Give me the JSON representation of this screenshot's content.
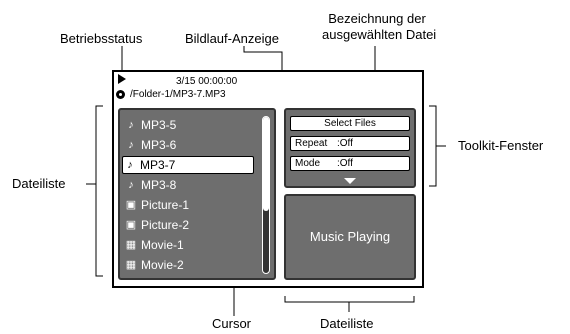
{
  "callouts": {
    "betriebsstatus": "Betriebsstatus",
    "bildlauf": "Bildlauf-Anzeige",
    "bezeichnung_line1": "Bezeichnung der",
    "bezeichnung_line2": "ausgewählten Datei",
    "dateiliste_left": "Dateiliste",
    "toolkit": "Toolkit-Fenster",
    "cursor": "Cursor",
    "dateiliste_bottom": "Dateiliste"
  },
  "status": {
    "counter": "3/15  00:00:00",
    "path": "/Folder-1/MP3-7.MP3",
    "play_icon": "play-icon",
    "disc_icon": "disc-icon"
  },
  "files": [
    {
      "name": "MP3-5",
      "icon": "music-note-icon",
      "glyph": "♪",
      "selected": false
    },
    {
      "name": "MP3-6",
      "icon": "music-note-icon",
      "glyph": "♪",
      "selected": false
    },
    {
      "name": "MP3-7",
      "icon": "music-note-icon",
      "glyph": "♪",
      "selected": true
    },
    {
      "name": "MP3-8",
      "icon": "music-note-icon",
      "glyph": "♪",
      "selected": false
    },
    {
      "name": "Picture-1",
      "icon": "picture-icon",
      "glyph": "▣",
      "selected": false
    },
    {
      "name": "Picture-2",
      "icon": "picture-icon",
      "glyph": "▣",
      "selected": false
    },
    {
      "name": "Movie-1",
      "icon": "movie-icon",
      "glyph": "▦",
      "selected": false
    },
    {
      "name": "Movie-2",
      "icon": "movie-icon",
      "glyph": "▦",
      "selected": false
    }
  ],
  "toolkit": {
    "select_files": "Select Files",
    "repeat_label": "Repeat",
    "repeat_value": ":Off",
    "mode_label": "Mode",
    "mode_value": ":Off",
    "more_icon": "triangle-down-icon"
  },
  "info": {
    "text": "Music Playing"
  },
  "colors": {
    "panel": "#6e6e6e",
    "text_on_panel": "#ffffff"
  }
}
